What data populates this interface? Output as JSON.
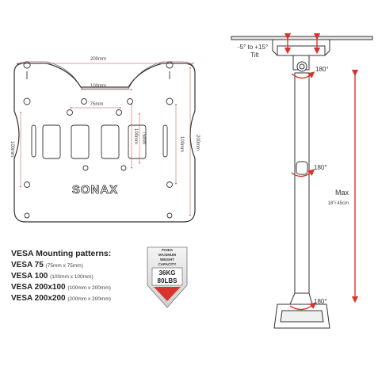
{
  "plate": {
    "brand": "SONAX",
    "dims": {
      "w200": "200mm",
      "w100": "100mm",
      "w75": "75mm",
      "h100_left": "100mm",
      "h100_inner": "100mm",
      "h75": "75mm",
      "h100_right": "100mm",
      "h200": "200mm"
    }
  },
  "vesa": {
    "title": "VESA Mounting patterns:",
    "patterns": [
      {
        "label": "VESA 75",
        "detail": "(75mm x 75mm)"
      },
      {
        "label": "VESA 100",
        "detail": "(100mm x 100mm)"
      },
      {
        "label": "VESA 200x100",
        "detail": "(100mm x 200mm)"
      },
      {
        "label": "VESA 200x200",
        "detail": "(200mm x 200mm)"
      }
    ]
  },
  "badge": {
    "caption": [
      "POIDS",
      "MAXIMUM",
      "WEIGHT",
      "CAPACITY"
    ],
    "kg": "36KG",
    "lbs": "80LBS"
  },
  "mount": {
    "tilt_range": "-5° to +15°",
    "tilt_label": "Tilt",
    "swivel_top": "180°",
    "swivel_mid": "180°",
    "swivel_base": "180°",
    "max_label": "Max",
    "max_value": "18\"i 45cm"
  },
  "colors": {
    "accent": "#d9342b",
    "line": "#333333",
    "dim_line": "#c04848"
  }
}
